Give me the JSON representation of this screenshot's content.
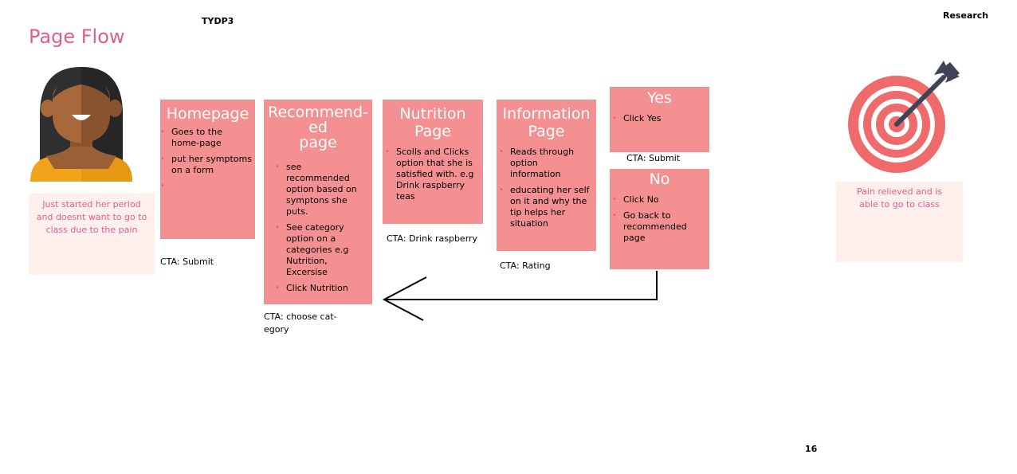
{
  "header": {
    "project": "TYDP3",
    "section": "Research",
    "title": "Page Flow",
    "page_number": "16"
  },
  "persona": {
    "note": "Just started her period and doesnt want to go to class due to the pain"
  },
  "goal": {
    "note": "Pain relieved and is able to go to class"
  },
  "steps": {
    "homepage": {
      "title": "Homepage",
      "bullets": [
        "Goes to the home-page",
        "put her symptoms on a form",
        ""
      ],
      "cta": "CTA: Submit"
    },
    "recommended": {
      "title_line1": "Recommend-",
      "title_line2": "ed",
      "title_line3": "page",
      "bullets": [
        "see recommended option based on symptons she puts.",
        "See category option on a categories e.g Nutrition, Excersise",
        "Click Nutrition"
      ],
      "cta_line1": "CTA: choose cat-",
      "cta_line2": "egory"
    },
    "nutrition": {
      "title_line1": "Nutrition",
      "title_line2": "Page",
      "bullets": [
        "Scolls and Clicks option that she is satisfied with. e.g Drink raspberry teas"
      ],
      "cta": "CTA: Drink raspberry"
    },
    "information": {
      "title_line1": "Information",
      "title_line2": "Page",
      "bullets": [
        "Reads through option information",
        "educating her self on it and why the tip helps her situation"
      ],
      "cta": "CTA: Rating"
    },
    "yes": {
      "title": "Yes",
      "bullets": [
        "Click Yes"
      ],
      "cta": "CTA: Submit"
    },
    "no": {
      "title": "No",
      "bullets": [
        "Click No",
        "Go back to recommended page"
      ]
    }
  },
  "colors": {
    "card": "#f49092",
    "accent": "#e25e88",
    "note_bg": "#fff0ec",
    "target_red": "#ef6a6a",
    "dart": "#3f4357"
  },
  "icons": {
    "persona": "woman-avatar-icon",
    "goal": "target-dart-icon"
  }
}
